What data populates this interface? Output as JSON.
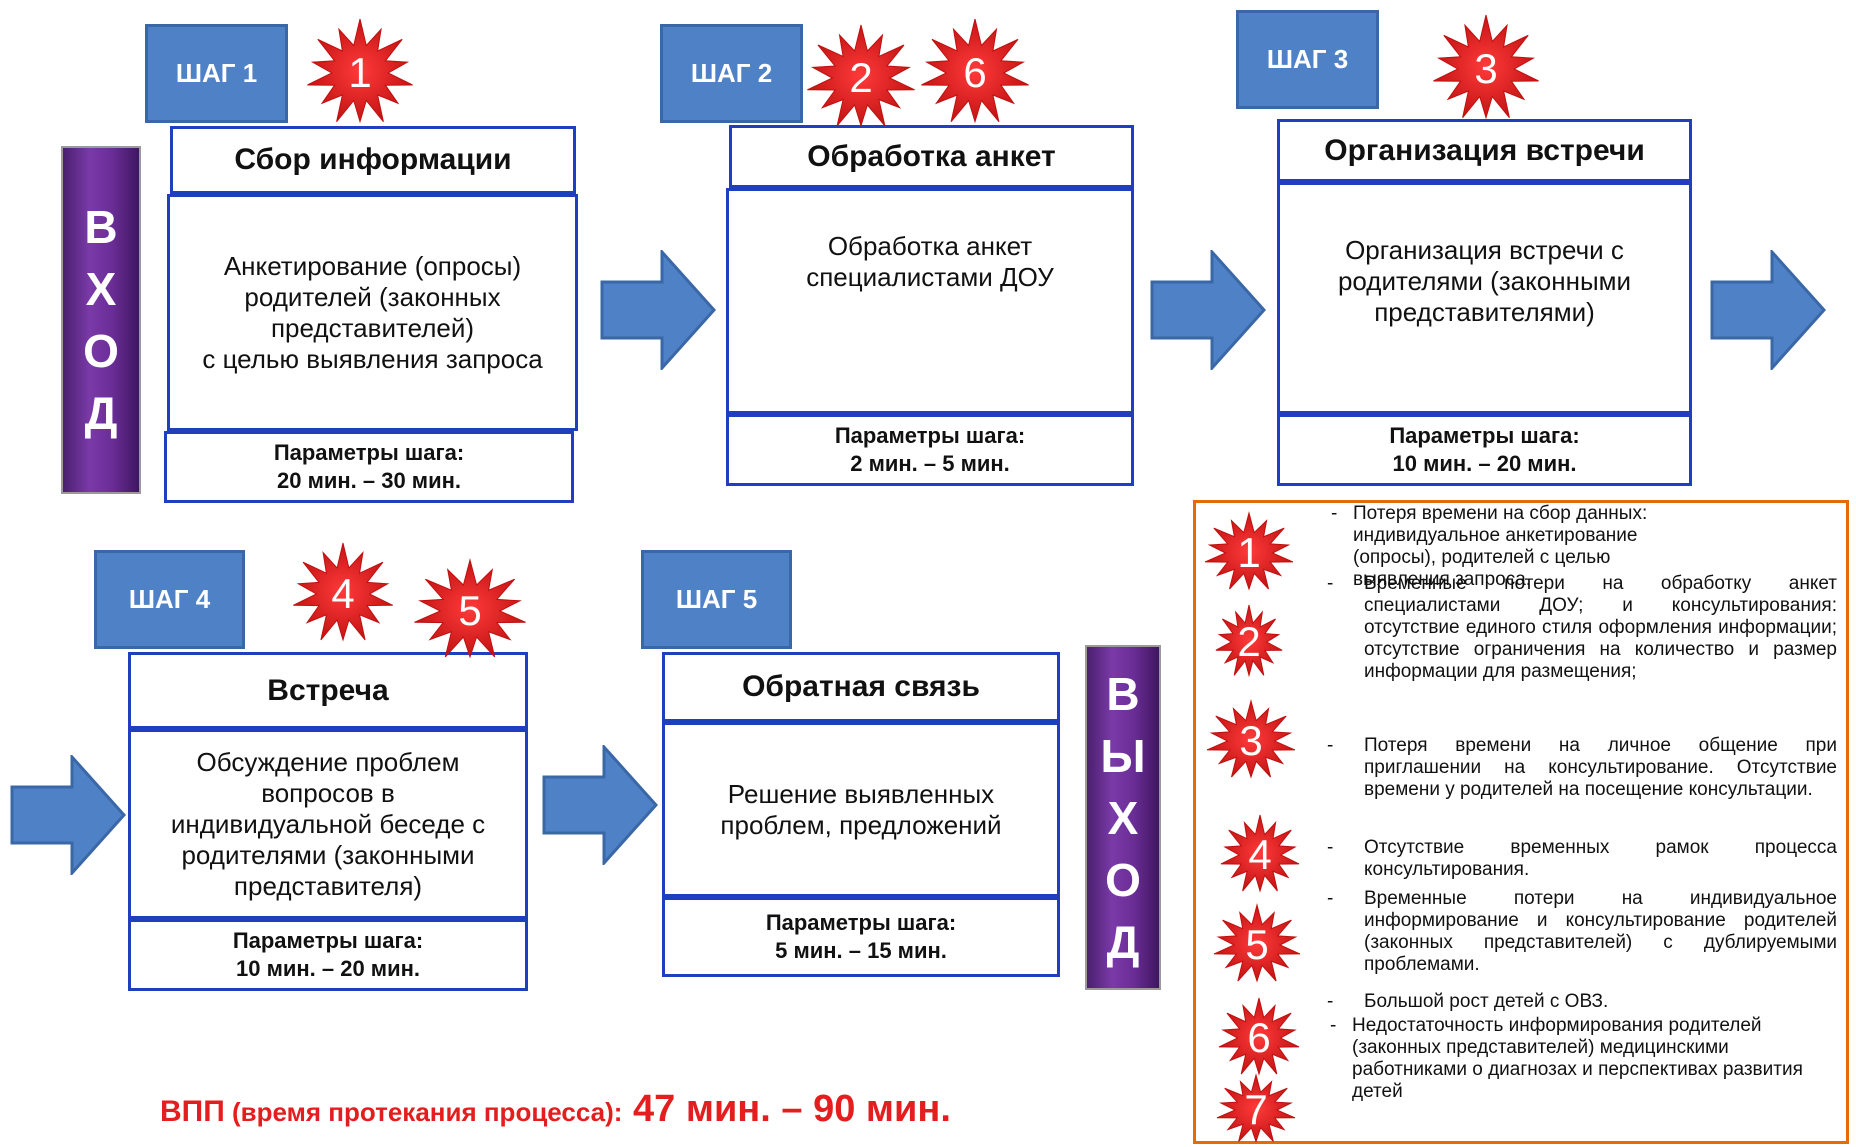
{
  "entry": {
    "letters": [
      "В",
      "Х",
      "О",
      "Д"
    ]
  },
  "exit": {
    "letters": [
      "В",
      "Ы",
      "Х",
      "О",
      "Д"
    ]
  },
  "steps": [
    {
      "tab": "ШАГ 1",
      "title": "Сбор информации",
      "body_lines": [
        "Анкетирование  (опросы)",
        "родителей  (законных",
        "представителей)",
        "с целью  выявления  запроса"
      ],
      "params_label": "Параметры шага:",
      "params_value": "20 мин.  – 30 мин."
    },
    {
      "tab": "ШАГ 2",
      "title": "Обработка анкет",
      "body_lines": [
        "Обработка  анкет",
        "специалистами  ДОУ"
      ],
      "params_label": "Параметры шага:",
      "params_value": "2 мин.  – 5 мин."
    },
    {
      "tab": "ШАГ 3",
      "title": "Организация встречи",
      "body_lines": [
        "Организация  встречи с",
        "родителями  (законными",
        "представителями)"
      ],
      "params_label": "Параметры шага:",
      "params_value": "10 мин.  – 20 мин."
    },
    {
      "tab": "ШАГ 4",
      "title": "Встреча",
      "body_lines": [
        "Обсуждение проблем",
        "вопросов в",
        "индивидуальной беседе с",
        "родителями (законными",
        "представителя)"
      ],
      "params_label": "Параметры шага:",
      "params_value": "10 мин.  – 20 мин."
    },
    {
      "tab": "ШАГ 5",
      "title": "Обратная связь",
      "body_lines": [
        "Решение  выявленных",
        "проблем,  предложений"
      ],
      "params_label": "Параметры шага:",
      "params_value": "5 мин.  – 15 мин."
    }
  ],
  "star_numbers": [
    "1",
    "2",
    "6",
    "3",
    "4",
    "5"
  ],
  "legend": {
    "numbers": [
      "1",
      "2",
      "3",
      "4",
      "5",
      "6",
      "7"
    ],
    "items": [
      "Потеря времени на сбор данных: индивидуальное анкетирование (опросы), родителей с целью выявления запроса.",
      "Временные потери на обработку анкет специалистами ДОУ; и консультирования: отсутствие единого стиля оформления информации; отсутствие ограничения на количество и размер информации для размещения;",
      "Потеря времени на личное общение при приглашении на консультирование. Отсутствие времени у родителей на посещение консультации.",
      "Отсутствие временных рамок процесса консультирования.",
      "Временные потери на индивидуальное информирование и консультирование родителей (законных представителей) с дублируемыми проблемами.",
      "Большой рост детей с ОВЗ.",
      "Недостаточность информирования родителей (законных представителей) медицинскими работниками о диагнозах и перспективах развития детей"
    ],
    "dash": "-"
  },
  "vpp": {
    "prefix": "ВПП",
    "middle": " (время протекания  процесса):",
    "range": " 47 мин. – 90 мин."
  },
  "colors": {
    "tab": "#4f81c7",
    "box_border": "#1f3fbf",
    "arrow": "#4f81c7",
    "star": "#e01b1b",
    "legend_border": "#e36c09",
    "vpp": "#e41e1e",
    "side": "#6a2d95"
  }
}
